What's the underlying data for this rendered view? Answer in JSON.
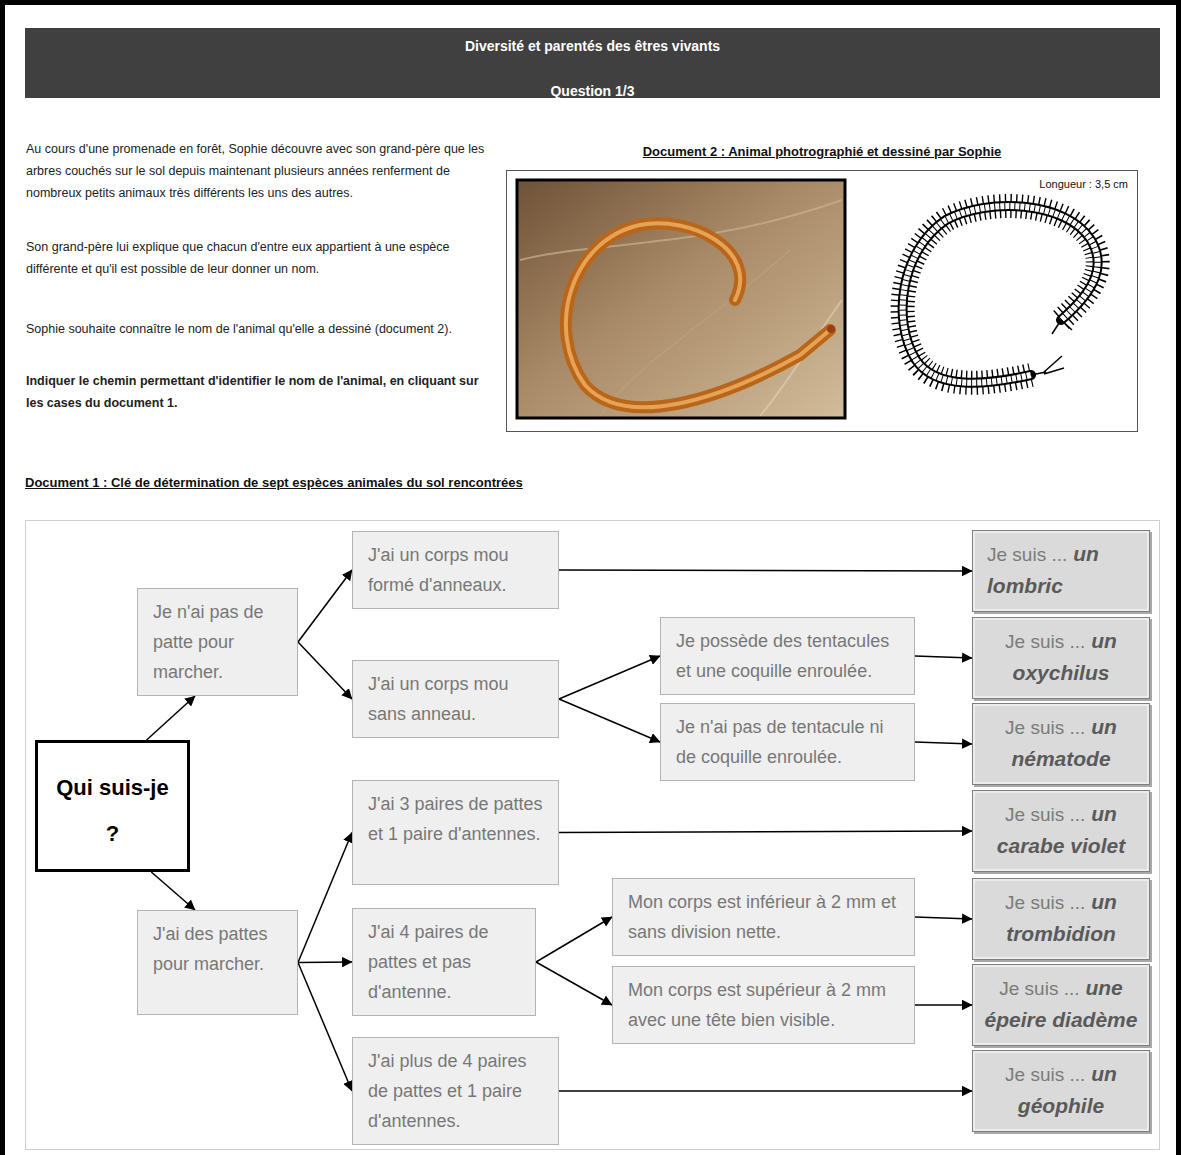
{
  "diagram": {
    "title": "Diversité et parentés des êtres vivants",
    "nodes": [
      {
        "text": [
          "Document 2 : Animal photrographié et dessiné par Sophie",
          "Longueur : 3,5 cm"
        ]
      },
      {
        "text": [
          "Document 1 : Clé de détermination de sept espèces animales du sol rencontrées"
        ]
      },
      {
        "text": [
          "Qui suis-je ?"
        ],
        "in": 1
      },
      {
        "text": [
          "Je n'ai pas de patte pour marcher."
        ],
        "in": 1
      },
      {
        "text": [
          "J'ai des pattes pour marcher."
        ],
        "in": 1
      },
      {
        "text": [
          "J'ai un corps mou formé d'anneaux."
        ],
        "in": 1
      },
      {
        "text": [
          "J'ai un corps mou sans anneau."
        ],
        "in": 1
      },
      {
        "text": [
          "J'ai 3 paires de pattes et 1 paire d'antennes."
        ],
        "in": 1
      },
      {
        "text": [
          "J'ai 4 paires de pattes et pas d'antenne."
        ],
        "in": 1
      },
      {
        "text": [
          "J'ai plus de 4 paires de pattes et 1 paire d'antennes."
        ],
        "in": 1
      },
      {
        "text": [
          "Je possède des tentacules et une coquille enroulée."
        ],
        "in": 1
      },
      {
        "text": [
          "Je n'ai pas de tentacule ni de coquille enroulée."
        ],
        "in": 1
      },
      {
        "text": [
          "Mon corps est inférieur à 2 mm et sans division nette."
        ],
        "in": 1
      },
      {
        "text": [
          "Mon corps est supérieur à 2 mm avec une tête bien visible."
        ],
        "in": 1
      },
      {
        "text": [
          "Je suis ...",
          "un lombric"
        ],
        "in": 1
      },
      {
        "text": [
          "Je suis ...",
          "un oxychilus"
        ],
        "in": 1
      },
      {
        "text": [
          "Je suis ...",
          "un nématode"
        ],
        "in": 1
      },
      {
        "text": [
          "Je suis ...",
          "un carabe violet"
        ],
        "in": 1
      },
      {
        "text": [
          "Je suis ...",
          "un trombidion"
        ],
        "in": 1
      },
      {
        "text": [
          "Je suis ...",
          "une épeire diadème"
        ],
        "in": 1
      },
      {
        "text": [
          "Je suis ...",
          "un géophile"
        ],
        "in": 1
      }
    ],
    "edges": [
      {
        "from": 2,
        "to": 3,
        "arrow": "to"
      },
      {
        "from": 2,
        "to": 4,
        "arrow": "to"
      },
      {
        "from": 3,
        "to": 5,
        "arrow": "to"
      },
      {
        "from": 3,
        "to": 6,
        "arrow": "to"
      },
      {
        "from": 5,
        "to": 14,
        "arrow": "to"
      },
      {
        "from": 6,
        "to": 10,
        "arrow": "to"
      },
      {
        "from": 6,
        "to": 11,
        "arrow": "to"
      },
      {
        "from": 10,
        "to": 15,
        "arrow": "to"
      },
      {
        "from": 11,
        "to": 16,
        "arrow": "to"
      },
      {
        "from": 4,
        "to": 7,
        "arrow": "to"
      },
      {
        "from": 4,
        "to": 8,
        "arrow": "to"
      },
      {
        "from": 4,
        "to": 9,
        "arrow": "to"
      },
      {
        "from": 7,
        "to": 17,
        "arrow": "to"
      },
      {
        "from": 8,
        "to": 12,
        "arrow": "to"
      },
      {
        "from": 8,
        "to": 13,
        "arrow": "to"
      },
      {
        "from": 12,
        "to": 18,
        "arrow": "to"
      },
      {
        "from": 13,
        "to": 19,
        "arrow": "to"
      },
      {
        "from": 9,
        "to": 20,
        "arrow": "to"
      }
    ],
    "labels": [
      "Question 1/3",
      "Au cours d'une promenade en forêt, Sophie découvre avec son grand-père que les arbres couchés sur le sol depuis maintenant plusieurs années renferment de nombreux petits animaux très différents les uns des autres.",
      "Son grand-père lui explique que chacun d'entre eux appartient à une espèce différente et qu'il est possible de leur donner un nom.",
      "Sophie souhaite connaître le nom de l'animal qu'elle a dessiné (document 2).",
      "Indiquer le chemin permettant d'identifier le nom de l'animal, en cliquant sur les cases du document 1."
    ]
  }
}
